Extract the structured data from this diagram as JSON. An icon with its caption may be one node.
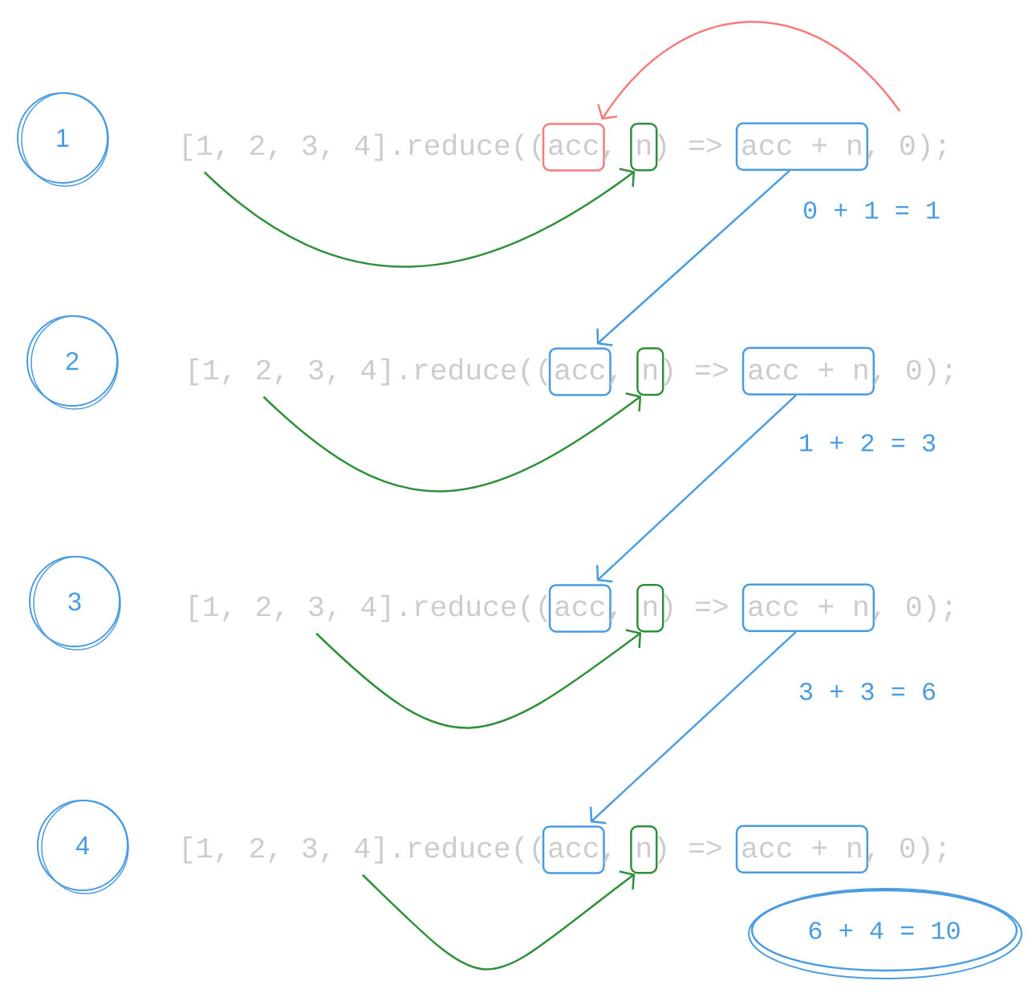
{
  "diagram": {
    "nodes": [
      {
        "text": [
          "1"
        ]
      },
      {
        "text": [
          "[1, 2, 3, 4].reduce(("
        ]
      },
      {
        "text": [
          "acc"
        ]
      },
      {
        "text": [
          "n"
        ]
      },
      {
        "text": [
          "acc + n"
        ],
        "beside": [
          "0 + 1 = 1"
        ]
      },
      {
        "text": [
          ", 0);"
        ]
      },
      {
        "text": [
          "2"
        ]
      },
      {
        "text": [
          "[1, 2, 3, 4].reduce(("
        ]
      },
      {
        "text": [
          "acc"
        ]
      },
      {
        "text": [
          "n"
        ]
      },
      {
        "text": [
          "acc + n"
        ],
        "beside": [
          "1 + 2 = 3"
        ]
      },
      {
        "text": [
          ", 0);"
        ]
      },
      {
        "text": [
          "3"
        ]
      },
      {
        "text": [
          "[1, 2, 3, 4].reduce(("
        ]
      },
      {
        "text": [
          "acc"
        ]
      },
      {
        "text": [
          "n"
        ]
      },
      {
        "text": [
          "acc + n"
        ],
        "beside": [
          "3 + 3 = 6"
        ]
      },
      {
        "text": [
          ", 0);"
        ]
      },
      {
        "text": [
          "4"
        ]
      },
      {
        "text": [
          "[1, 2, 3, 4].reduce(("
        ]
      },
      {
        "text": [
          "acc"
        ]
      },
      {
        "text": [
          "n"
        ]
      },
      {
        "text": [
          "acc + n"
        ]
      },
      {
        "text": [
          ", 0);"
        ]
      },
      {
        "text": [
          "6 + 4 = 10"
        ]
      }
    ],
    "edges": [
      {
        "from": 5,
        "to": 2,
        "arrow": "to",
        "color": "#f47c7c"
      },
      {
        "from": 1,
        "to": 3,
        "arrow": "to"
      },
      {
        "from": 4,
        "to": 8,
        "arrow": "to",
        "color": "#4a9be0"
      },
      {
        "from": 7,
        "to": 9,
        "arrow": "to"
      },
      {
        "from": 10,
        "to": 14,
        "arrow": "to",
        "color": "#4a9be0"
      },
      {
        "from": 13,
        "to": 15,
        "arrow": "to"
      },
      {
        "from": 16,
        "to": 20,
        "arrow": "to",
        "color": "#4a9be0"
      },
      {
        "from": 19,
        "to": 21,
        "arrow": "to"
      }
    ],
    "labels": [
      ",",
      ") =>",
      ",",
      ") =>",
      ",",
      ") =>",
      ",",
      ") =>"
    ]
  }
}
